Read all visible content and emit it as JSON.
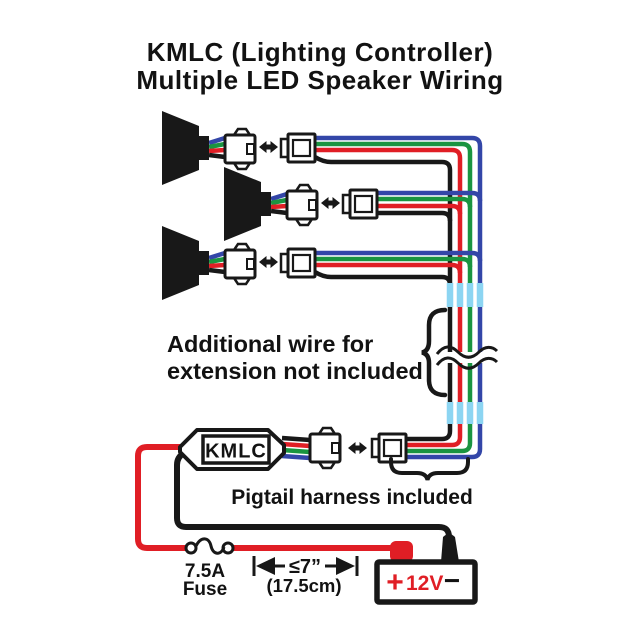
{
  "title": {
    "line1": "KMLC (Lighting Controller)",
    "line2": "Multiple LED Speaker Wiring"
  },
  "notes": {
    "extension_line1": "Additional wire for",
    "extension_line2": "extension not included",
    "pigtail": "Pigtail harness included"
  },
  "module": {
    "label": "KMLC"
  },
  "fuse": {
    "rating": "7.5A",
    "label": "Fuse"
  },
  "dimension": {
    "max_length": "≤7”",
    "metric": "(17.5cm)"
  },
  "battery": {
    "plus": "+",
    "voltage": "12V",
    "minus": "−"
  },
  "wiring": {
    "speaker_count": 3,
    "wire_colors": [
      "blue",
      "green",
      "red",
      "black"
    ],
    "extension_marker_color_name": "light-blue"
  },
  "colors": {
    "bg": "#ffffff",
    "text": "#121212",
    "wire-blue": "#3346a8",
    "wire-green": "#1a9440",
    "wire-red": "#e01e25",
    "wire-black": "#181818",
    "extension-cyan": "#8cd5f2"
  }
}
